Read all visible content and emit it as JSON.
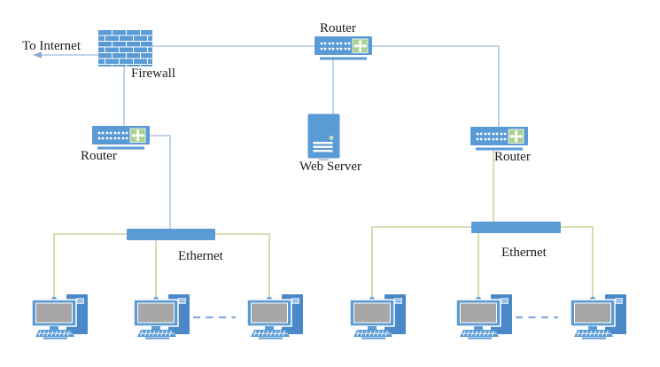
{
  "diagram": {
    "type": "network-topology-diagram",
    "nodes": {
      "internet": {
        "label": "To Internet",
        "icon": "arrow-left"
      },
      "firewall": {
        "label": "Firewall",
        "icon": "brick-wall-firewall"
      },
      "router_top": {
        "label": "Router",
        "icon": "router"
      },
      "web_server": {
        "label": "Web Server",
        "icon": "server-tower"
      },
      "router_left": {
        "label": "Router",
        "icon": "router"
      },
      "router_right": {
        "label": "Router",
        "icon": "router"
      },
      "ethernet_left": {
        "label": "Ethernet",
        "icon": "ethernet-bus-bar"
      },
      "ethernet_right": {
        "label": "Ethernet",
        "icon": "ethernet-bus-bar"
      },
      "workstations_left": {
        "count": 3,
        "icon": "desktop-computer",
        "more_indicator": "dashed-line"
      },
      "workstations_right": {
        "count": 3,
        "icon": "desktop-computer",
        "more_indicator": "dashed-line"
      }
    },
    "edges": [
      "internet - firewall",
      "firewall - router_top",
      "router_top - router_right",
      "router_top - web_server",
      "firewall - router_left",
      "router_left - ethernet_left",
      "router_right - ethernet_right",
      "ethernet_left - workstations_left (x3)",
      "ethernet_right - workstations_right (x3)"
    ],
    "colors": {
      "device_blue": "#5B9BD5",
      "device_blue_dark": "#4A88C8",
      "accent_green": "#A9D18E",
      "screen_gray": "#A6A6A6",
      "line_blue": "#AFC9E6",
      "line_green": "#C7D6A2",
      "dash_blue": "#85A9D6",
      "arrow_head": "#8FAACC",
      "text_color": "#1C1C1C",
      "canvas_bg": "#FFFFFF"
    }
  }
}
